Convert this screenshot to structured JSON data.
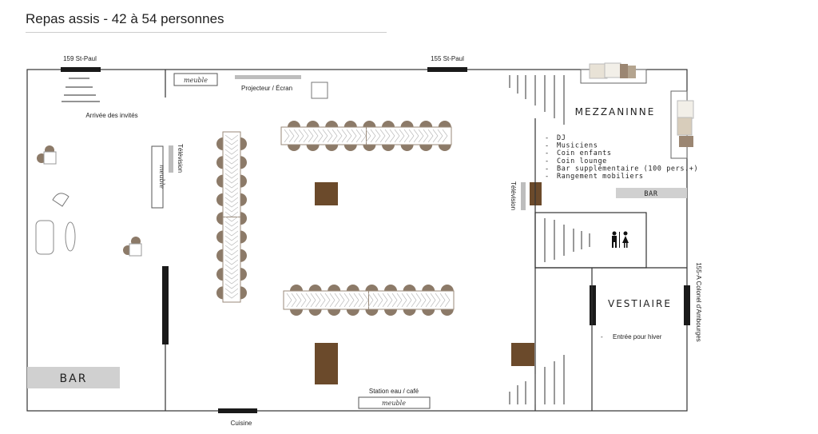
{
  "title": "Repas assis - 42 à 54 personnes",
  "doors": {
    "st_paul_159": "159 St-Paul",
    "st_paul_155": "155 St-Paul",
    "cuisine": "Cuisine",
    "colonel": "155-A Colonel d'Ambourges"
  },
  "labels": {
    "arrivee": "Arrivée des invités",
    "bar_left": "BAR",
    "projecteur": "Projecteur / Écran",
    "television_left": "Télévision",
    "television_right": "Télévision",
    "station": "Station eau / café",
    "meuble": "meuble",
    "mezzanine": "MEZZANINNE",
    "bar_right": "BAR",
    "vestiaire": "VESTIAIRE",
    "entree_hiver": "Entrée pour hiver",
    "dash": "-"
  },
  "mezzanine_items": [
    "DJ",
    "Musiciens",
    "Coin enfants",
    "Coin lounge",
    "Bar supplémentaire (100 pers.+)",
    "Rangement mobiliers"
  ],
  "colors": {
    "chair": "#8c7a68",
    "wood": "#6b4a2b",
    "door": "#1a1a1a",
    "bar": "#d0d0d0"
  }
}
